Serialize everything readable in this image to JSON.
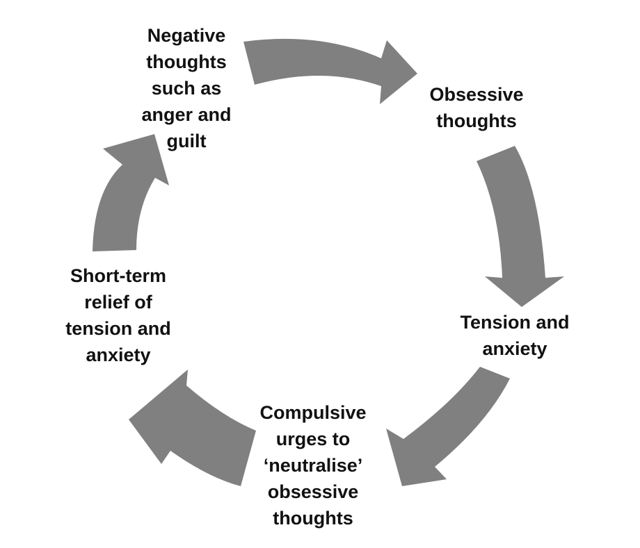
{
  "colors": {
    "background": "#ffffff",
    "arrow": "#808080",
    "text": "#111111"
  },
  "nodes": {
    "negative": {
      "lines": [
        "Negative",
        "thoughts",
        "such as",
        "anger and",
        "guilt"
      ]
    },
    "obsessive": {
      "lines": [
        "Obsessive",
        "thoughts"
      ]
    },
    "tension": {
      "lines": [
        "Tension and",
        "anxiety"
      ]
    },
    "compulsive": {
      "lines": [
        "Compulsive",
        "urges to",
        "‘neutralise’",
        "obsessive",
        "thoughts"
      ]
    },
    "relief": {
      "lines": [
        "Short-term",
        "relief of",
        "tension and",
        "anxiety"
      ]
    }
  },
  "edges": [
    {
      "from": "negative",
      "to": "obsessive"
    },
    {
      "from": "obsessive",
      "to": "tension"
    },
    {
      "from": "tension",
      "to": "compulsive"
    },
    {
      "from": "compulsive",
      "to": "relief"
    },
    {
      "from": "relief",
      "to": "negative"
    }
  ]
}
